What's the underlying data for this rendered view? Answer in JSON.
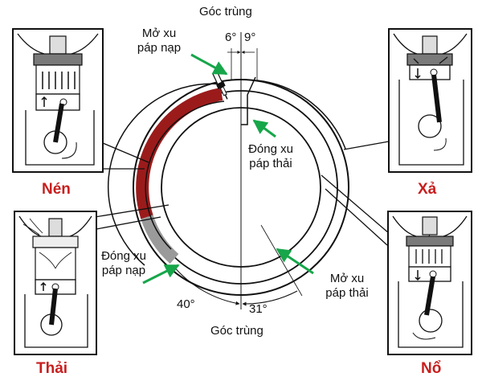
{
  "labels": {
    "overlap_top": "Góc trùng",
    "overlap_bottom": "Góc trùng",
    "intake_open_line1": "Mở xu",
    "intake_open_line2": "páp nạp",
    "exhaust_close_line1": "Đóng xu",
    "exhaust_close_line2": "páp thải",
    "intake_close_line1": "Đóng xu",
    "intake_close_line2": "páp nạp",
    "exhaust_open_line1": "Mở xu",
    "exhaust_open_line2": "páp thải",
    "angle_6": "6°",
    "angle_9": "9°",
    "angle_40": "40°",
    "angle_31": "31°"
  },
  "strokes": {
    "compression": "Nén",
    "exhaust": "Xả",
    "intake": "Thải",
    "power": "Nổ"
  },
  "colors": {
    "compression_band": "#9b1b1b",
    "intake_band_tail": "#9a9a9a",
    "stroke_label": "#c81e1e",
    "pointer_arrow": "#17a64a",
    "ink": "#111111"
  },
  "icons": {
    "spark_plug": "spark-plug-icon",
    "pointer": "green-arrow-icon"
  }
}
